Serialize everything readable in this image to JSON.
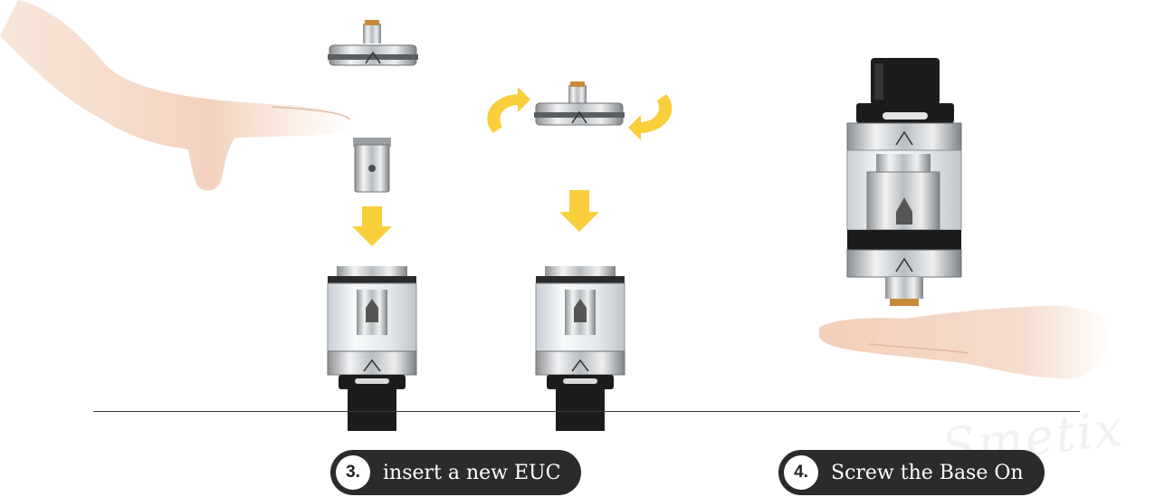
{
  "steps": [
    {
      "number": "3.",
      "label": "insert a new EUC"
    },
    {
      "number": "4.",
      "label": "Screw the Base On"
    }
  ],
  "watermark_text": "Smetix",
  "colors": {
    "arrow_yellow": "#f9cf3c",
    "pill_background": "#2b2b2b",
    "metal": "#c9ccce",
    "glass": "#e9eef1",
    "drip_tip": "#1c1c1c",
    "skin": "#f4d8c6"
  },
  "icons": [
    "down-arrow-icon",
    "rotate-arrow-icon"
  ]
}
